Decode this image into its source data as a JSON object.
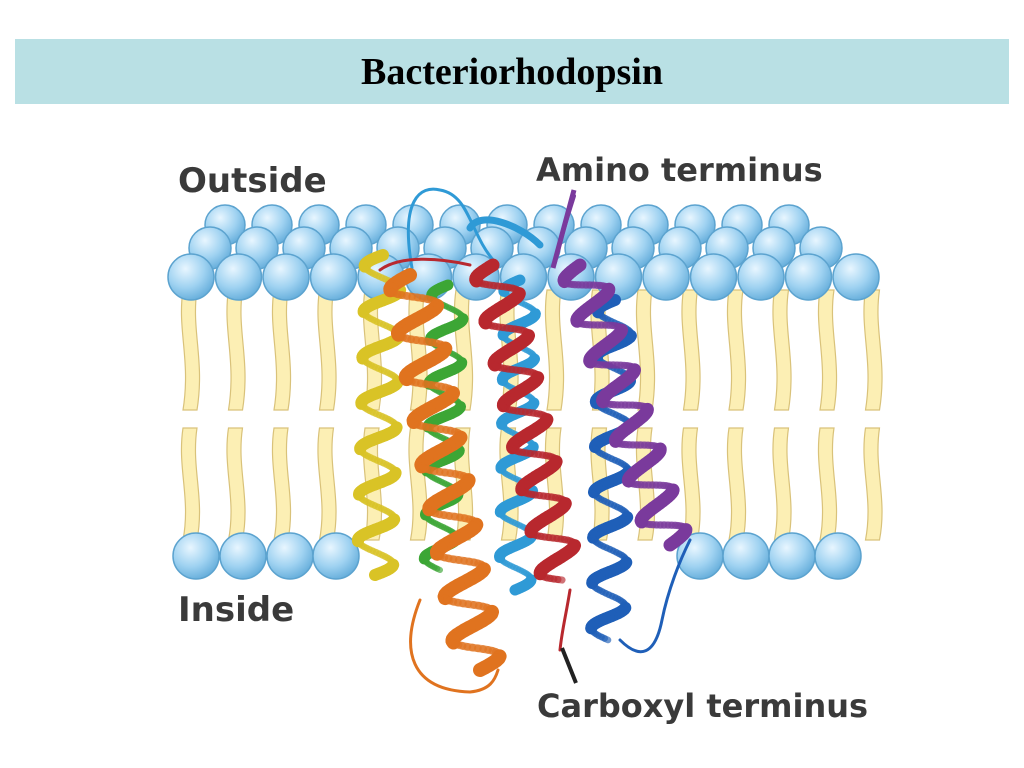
{
  "title": "Bacteriorhodopsin",
  "labels": {
    "outside": "Outside",
    "inside": "Inside",
    "amino": "Amino terminus",
    "carboxyl": "Carboxyl terminus"
  },
  "colors": {
    "title_bar": "#b9e0e4",
    "lipid_head": "#9fd2f1",
    "lipid_head_edge": "#5ca3cf",
    "lipid_tail": "#fcefb4",
    "lipid_tail_edge": "#d9c27a",
    "helices": [
      "#d9c326",
      "#e0731f",
      "#3ca635",
      "#b8282e",
      "#2f9ad6",
      "#7a3a9c",
      "#1f5fb8"
    ]
  },
  "helices": [
    {
      "id": "helix-1",
      "color": "#7a3a9c"
    },
    {
      "id": "helix-2",
      "color": "#1f5fb8"
    },
    {
      "id": "helix-3",
      "color": "#b8282e"
    },
    {
      "id": "helix-4",
      "color": "#2f9ad6"
    },
    {
      "id": "helix-5",
      "color": "#3ca635"
    },
    {
      "id": "helix-6",
      "color": "#e0731f"
    },
    {
      "id": "helix-7",
      "color": "#d9c326"
    }
  ]
}
